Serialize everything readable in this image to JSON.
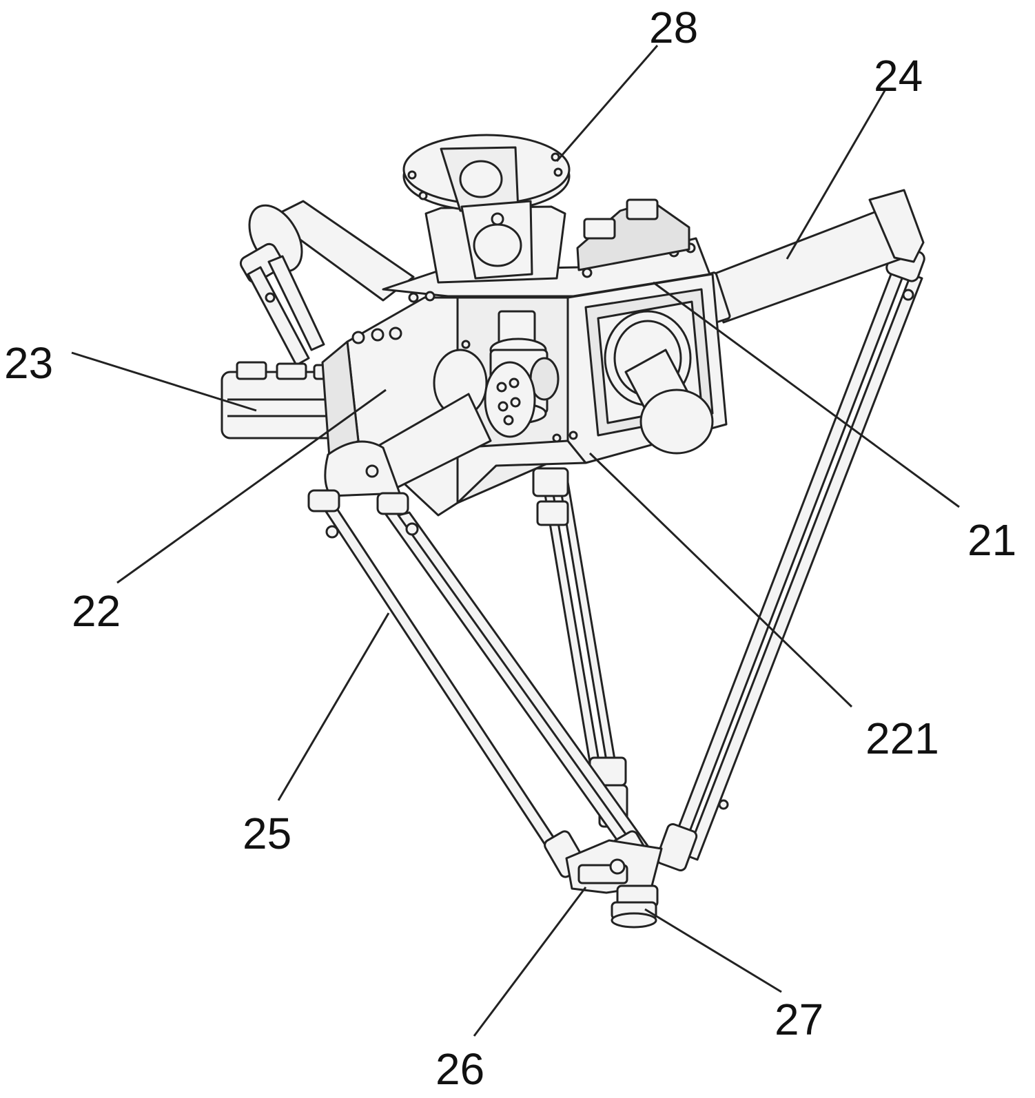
{
  "labels": {
    "l21": "21",
    "l22": "22",
    "l221": "221",
    "l23": "23",
    "l24": "24",
    "l25": "25",
    "l26": "26",
    "l27": "27",
    "l28": "28"
  },
  "colors": {
    "line": "#222222",
    "part_fill": "#f4f4f4",
    "shade": "#dcdcdc",
    "background": "#ffffff"
  }
}
